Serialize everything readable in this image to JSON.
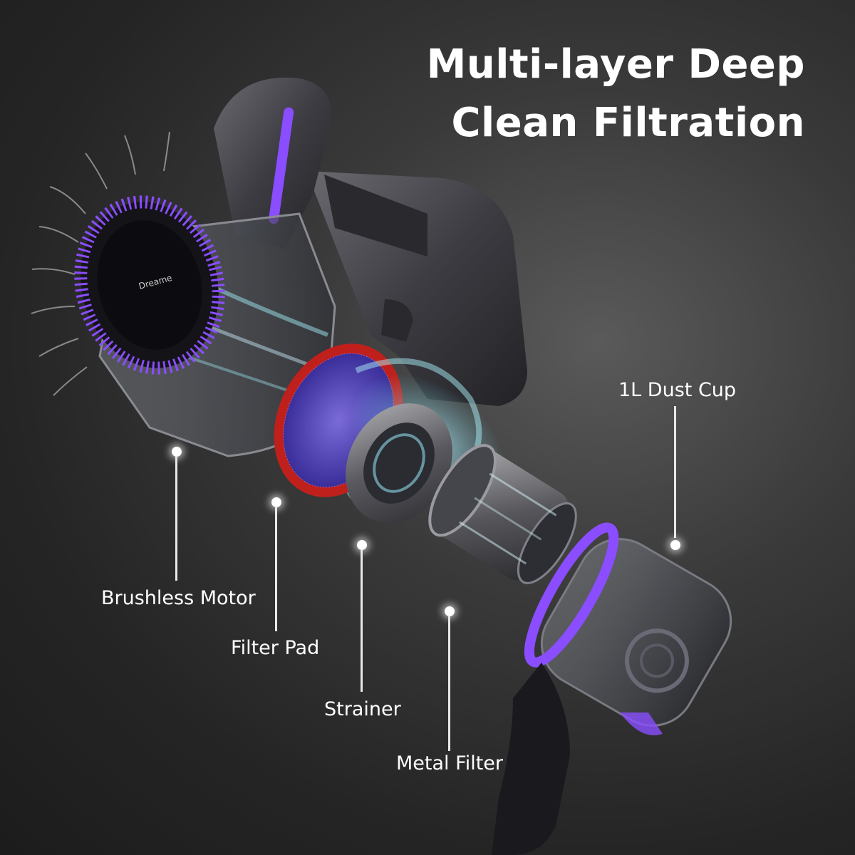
{
  "headline": {
    "line1": "Multi-layer Deep",
    "line2": "Clean Filtration"
  },
  "brand_mark": "Dreame",
  "callouts": {
    "brushless_motor": "Brushless Motor",
    "filter_pad": "Filter Pad",
    "strainer": "Strainer",
    "metal_filter": "Metal Filter",
    "dust_cup": "1L Dust Cup"
  },
  "colors": {
    "accent_purple": "#8a4dff",
    "filter_ring_red": "#c0201c",
    "background": "#2a2a2a"
  }
}
